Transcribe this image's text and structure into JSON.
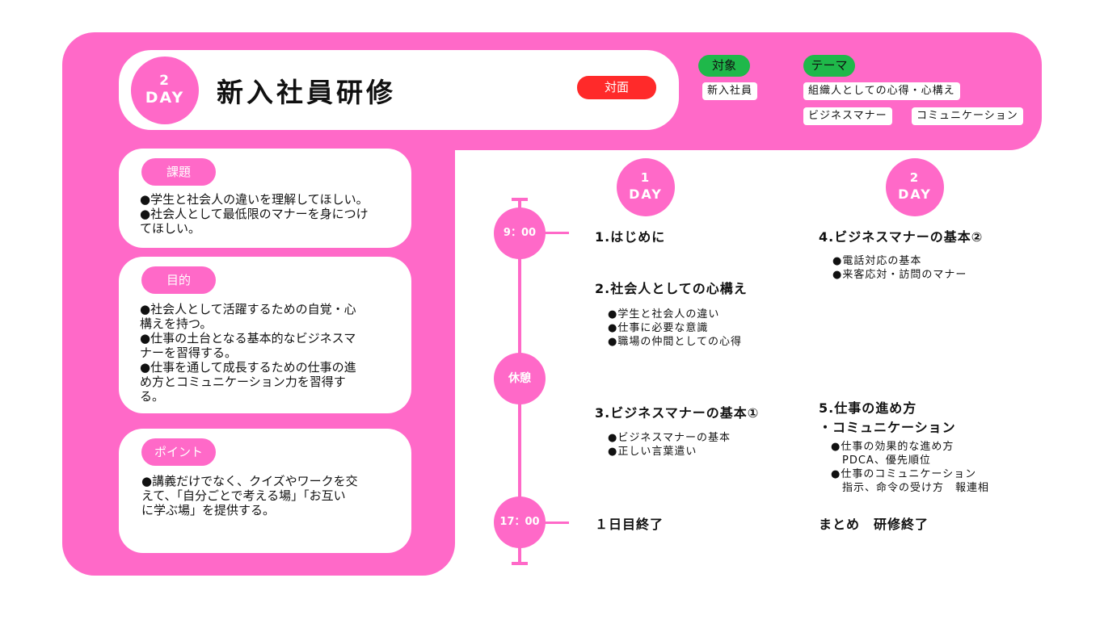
{
  "header": {
    "day_number": "2",
    "day_word": "DAY",
    "title": "新入社員研修",
    "mode": "対面",
    "target_label": "対象",
    "target_value": "新入社員",
    "theme_label": "テーマ",
    "themes": [
      "組織人としての心得・心構え",
      "ビジネスマナー",
      "コミュニケーション"
    ]
  },
  "cards": {
    "issue": {
      "label": "課題",
      "body": "●学生と社会人の違いを理解してほしい。\n●社会人として最低限のマナーを身につけ\nてほしい。"
    },
    "purpose": {
      "label": "目的",
      "body": "●社会人として活躍するための自覚・心\n構えを持つ。\n●仕事の土台となる基本的なビジネスマ\nナーを習得する。\n●仕事を通して成長するための仕事の進\nめ方とコミュニケーション力を習得す\nる。"
    },
    "point": {
      "label": "ポイント",
      "body": "●講義だけでなく、クイズやワークを交\nえて、「自分ごとで考える場」「お互い\nに学ぶ場」を提供する。"
    }
  },
  "timeline": {
    "start": "9：00",
    "break": "休憩",
    "end": "17：00"
  },
  "schedule": {
    "day1": {
      "number": "1",
      "word": "DAY",
      "s1_title": "1.はじめに",
      "s2_title": "2.社会人としての心構え",
      "s2_items": "●学生と社会人の違い\n●仕事に必要な意識\n●職場の仲間としての心得",
      "s3_title": "3.ビジネスマナーの基本①",
      "s3_items": "●ビジネスマナーの基本\n●正しい言葉遣い",
      "end": "１日目終了"
    },
    "day2": {
      "number": "2",
      "word": "DAY",
      "s4_title": "4.ビジネスマナーの基本②",
      "s4_items": "●電話対応の基本\n●来客応対・訪問のマナー",
      "s5_title": "5.仕事の進め方\n・コミュニケーション",
      "s5_items": "●仕事の効果的な進め方\n　PDCA、優先順位\n●仕事のコミュニケーション\n　指示、命令の受け方　報連相",
      "end": "まとめ　研修終了"
    }
  },
  "colors": {
    "pink": "#ff69c8",
    "red": "#ff2a2a",
    "green": "#1fb84a"
  }
}
